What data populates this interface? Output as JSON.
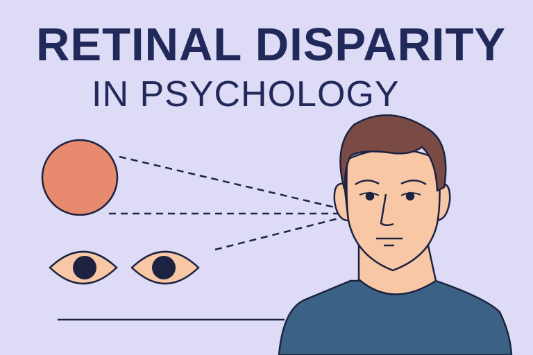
{
  "title": "RETINAL DISPARITY",
  "subtitle": "IN PSYCHOLOGY",
  "colors": {
    "background": "#dddbf5",
    "text": "#20295a",
    "ball": "#e88a6e",
    "skin": "#f7c7a6",
    "hair": "#7a4b45",
    "shirt": "#3b6285",
    "outline": "#1c2240"
  },
  "icons": [
    "ball-object",
    "left-eye-icon",
    "right-eye-icon",
    "person-illustration"
  ]
}
